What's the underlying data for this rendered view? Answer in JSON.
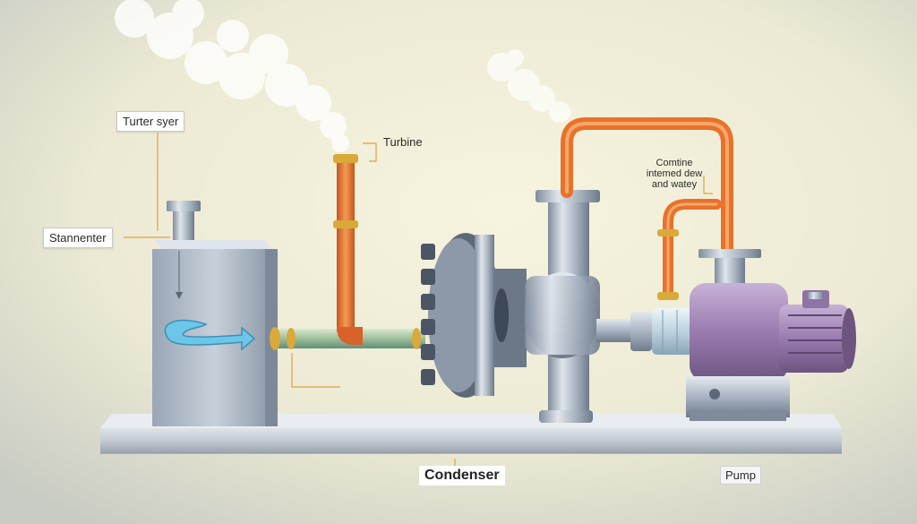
{
  "labels": {
    "turter_syer": "Turter syer",
    "stannenter": "Stannenter",
    "turbine": "Turbine",
    "note_line1": "Comtine",
    "note_line2": "intemed dew",
    "note_line3": "and watey",
    "condenser": "Condenser",
    "pump": "Pump"
  },
  "colors": {
    "background_center": "#f3f1dc",
    "background_edge": "#c9ccc4",
    "steel": "#a7b3c2",
    "steel_dark": "#6c7a8c",
    "orange_pipe": "#e8722a",
    "brass_ring": "#d9a93a",
    "water_arrow": "#6cc6e8",
    "pump_motor": "#9a7bb0",
    "base_platform": "#c3cad3",
    "leader_line": "#e0a040"
  },
  "icons": [
    "steam-cloud",
    "flow-arrow"
  ]
}
